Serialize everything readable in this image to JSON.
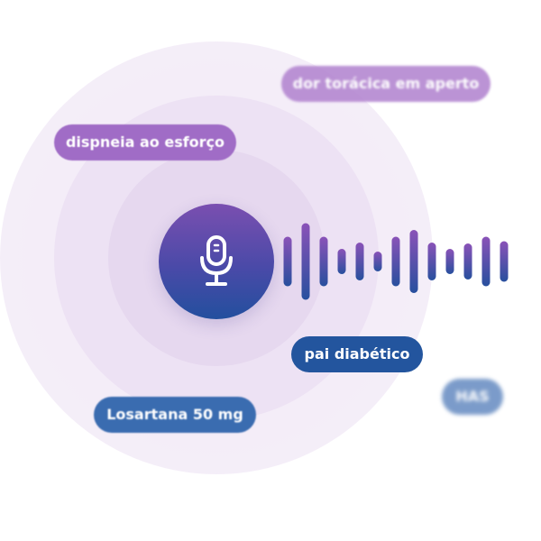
{
  "voice_recorder": {
    "mic_icon": "microphone-icon",
    "waveform_levels": [
      0.55,
      0.85,
      0.55,
      0.28,
      0.42,
      0.22,
      0.55,
      0.7,
      0.42,
      0.28,
      0.4,
      0.55,
      0.45
    ]
  },
  "tags": {
    "chest_pain": "dor torácica em aperto",
    "dyspnea": "dispneia ao esforço",
    "father_diabetic": "pai diabético",
    "hypertension": "HAS",
    "medication": "Losartana 50 mg"
  },
  "colors": {
    "purple": "#a06cc6",
    "blue": "#23559e",
    "mic_gradient_top": "#7a4fb0",
    "mic_gradient_bottom": "#234f9e"
  }
}
